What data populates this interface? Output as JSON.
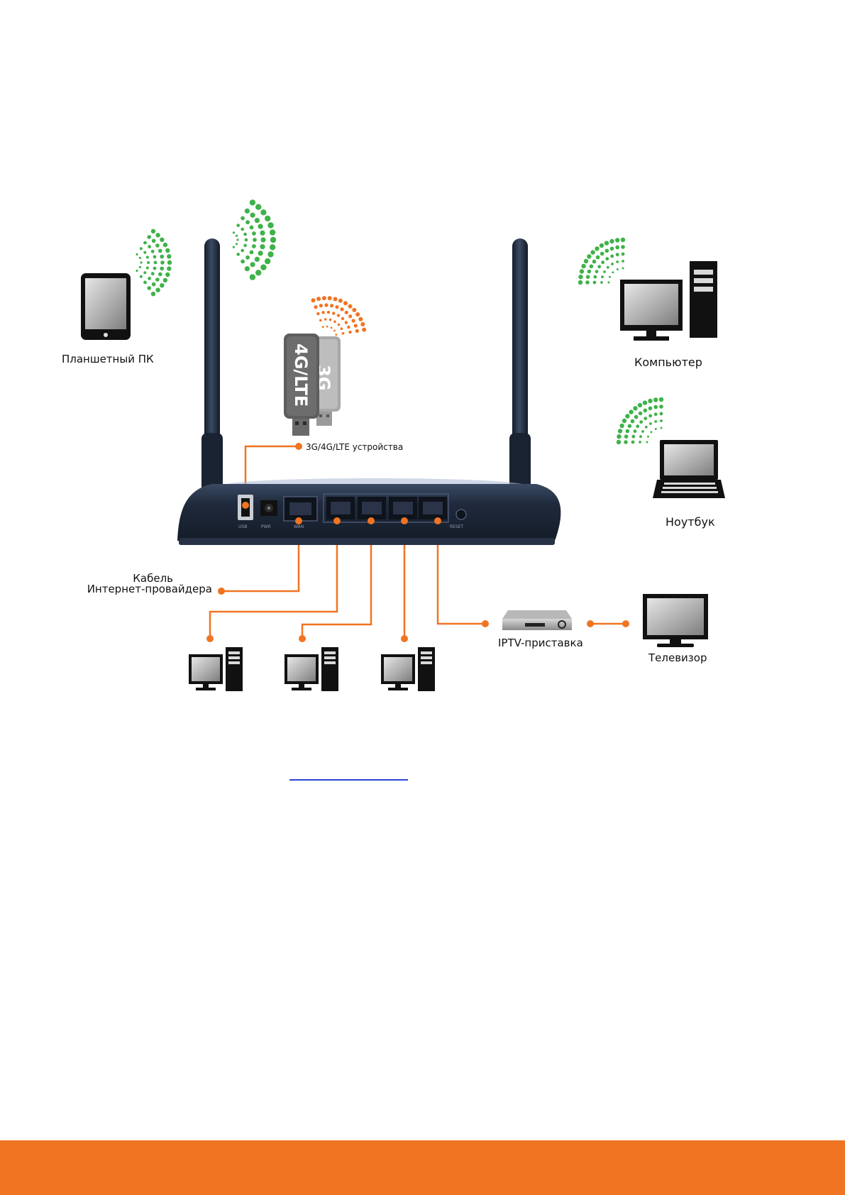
{
  "labels": {
    "tablet": "Планшетный ПК",
    "computer": "Компьютер",
    "laptop": "Ноутбук",
    "usb_devices": "3G/4G/LTE устройства",
    "isp_cable_line1": "Кабель",
    "isp_cable_line2": "Интернет-провайдера",
    "iptv": "IPTV-приставка",
    "tv": "Телевизор"
  },
  "modem_labels": {
    "front": "4G/LTE",
    "back": "3G"
  },
  "port_labels": {
    "usb": "USB",
    "power": "PWR",
    "wan": "WAN",
    "reset": "RESET"
  },
  "colors": {
    "accent_orange": "#f07422",
    "wifi_green": "#3fb24a",
    "router_body": "#1f2a3c",
    "footer": "#f07422",
    "link_underline": "#2a44d4"
  },
  "icons": [
    "tablet-icon",
    "desktop-computer-icon",
    "laptop-icon",
    "usb-modem-icon",
    "router-icon",
    "iptv-box-icon",
    "tv-icon",
    "wifi-signal-icon"
  ]
}
